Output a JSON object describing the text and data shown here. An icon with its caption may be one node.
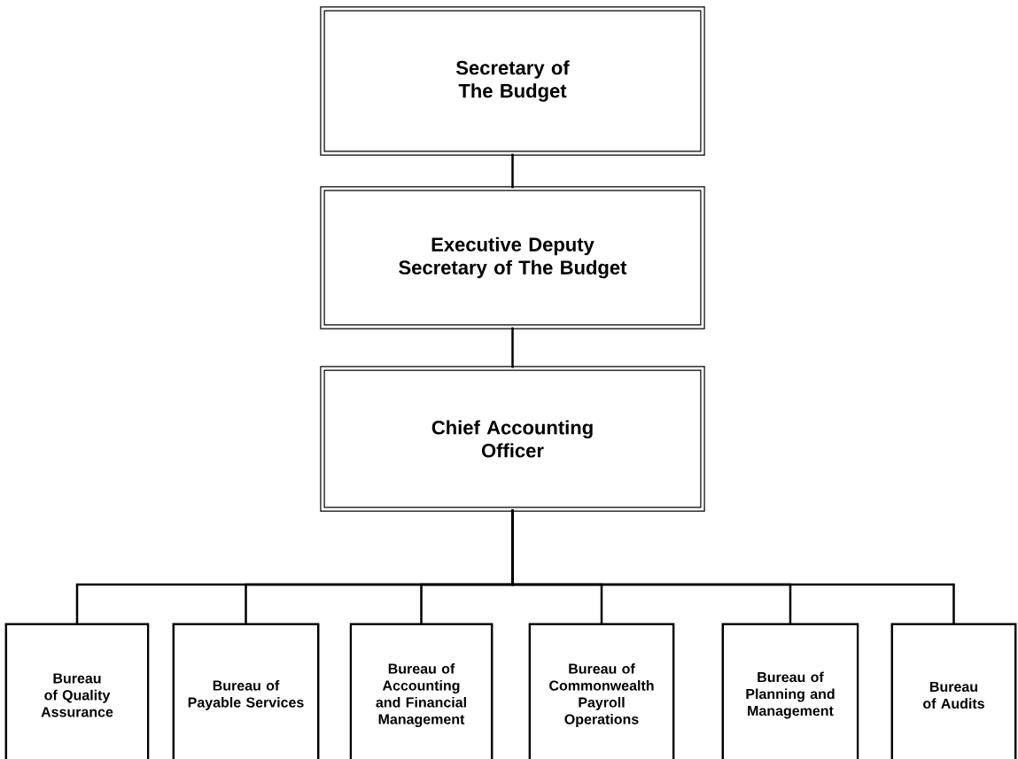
{
  "diagram": {
    "nodes": [
      {
        "text": [
          "Secretary of The Budget"
        ]
      },
      {
        "text": [
          "Executive Deputy Secretary of The Budget"
        ]
      },
      {
        "text": [
          "Chief Accounting Officer"
        ]
      },
      {
        "text": [
          "Bureau of Quality Assurance"
        ]
      },
      {
        "text": [
          "Bureau of Payable Services"
        ]
      },
      {
        "text": [
          "Bureau of Accounting and Financial Management"
        ]
      },
      {
        "text": [
          "Bureau of Commonwealth Payroll Operations"
        ]
      },
      {
        "text": [
          "Bureau of Planning and Management"
        ]
      },
      {
        "text": [
          "Bureau of Audits"
        ]
      }
    ],
    "edges": [
      {
        "from": 0,
        "to": 1,
        "arrow": "none"
      },
      {
        "from": 1,
        "to": 2,
        "arrow": "none"
      },
      {
        "from": 2,
        "to": 3,
        "arrow": "none"
      },
      {
        "from": 2,
        "to": 4,
        "arrow": "none"
      },
      {
        "from": 2,
        "to": 5,
        "arrow": "none"
      },
      {
        "from": 2,
        "to": 6,
        "arrow": "none"
      },
      {
        "from": 2,
        "to": 7,
        "arrow": "none"
      },
      {
        "from": 2,
        "to": 8,
        "arrow": "none"
      }
    ]
  }
}
